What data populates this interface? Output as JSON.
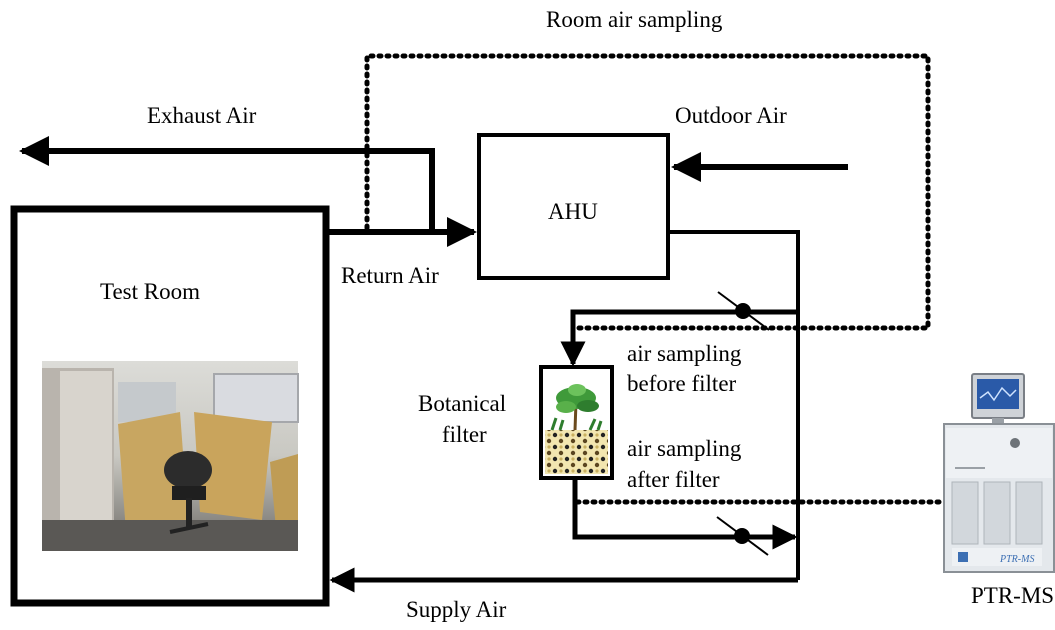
{
  "labels": {
    "room_air_sampling": "Room air sampling",
    "exhaust_air": "Exhaust Air",
    "outdoor_air": "Outdoor Air",
    "ahu": "AHU",
    "return_air": "Return Air",
    "test_room": "Test Room",
    "botanical_filter_line1": "Botanical",
    "botanical_filter_line2": "filter",
    "sampling_before_line1": "air sampling",
    "sampling_before_line2": "before filter",
    "sampling_after_line1": "air sampling",
    "sampling_after_line2": "after filter",
    "supply_air": "Supply Air",
    "ptr_ms": "PTR-MS"
  },
  "instrument": {
    "brand_badge": "PTR-MS"
  },
  "colors": {
    "line": "#000000",
    "background": "#ffffff",
    "instrument_body": "#e4e8ec",
    "screen": "#2a5aa8"
  }
}
